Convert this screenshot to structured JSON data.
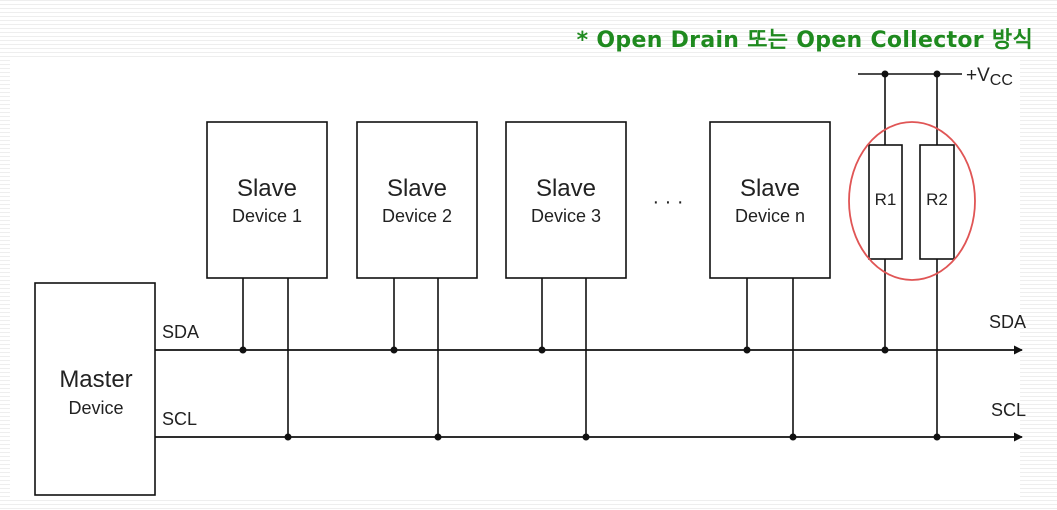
{
  "note": "* Open Drain 또는 Open Collector 방식",
  "master": {
    "line1": "Master",
    "line2": "Device"
  },
  "slaves": [
    {
      "line1": "Slave",
      "line2": "Device 1"
    },
    {
      "line1": "Slave",
      "line2": "Device 2"
    },
    {
      "line1": "Slave",
      "line2": "Device 3"
    },
    {
      "line1": "Slave",
      "line2": "Device n"
    }
  ],
  "ellipsis": "· · ·",
  "resistors": [
    "R1",
    "R2"
  ],
  "vcc": {
    "prefix": "+V",
    "sub": "CC"
  },
  "buses": {
    "sda_left": "SDA",
    "scl_left": "SCL",
    "sda_right": "SDA",
    "scl_right": "SCL"
  },
  "colors": {
    "note": "#1f8a1f",
    "line": "#111111",
    "highlight": "#e05555"
  }
}
